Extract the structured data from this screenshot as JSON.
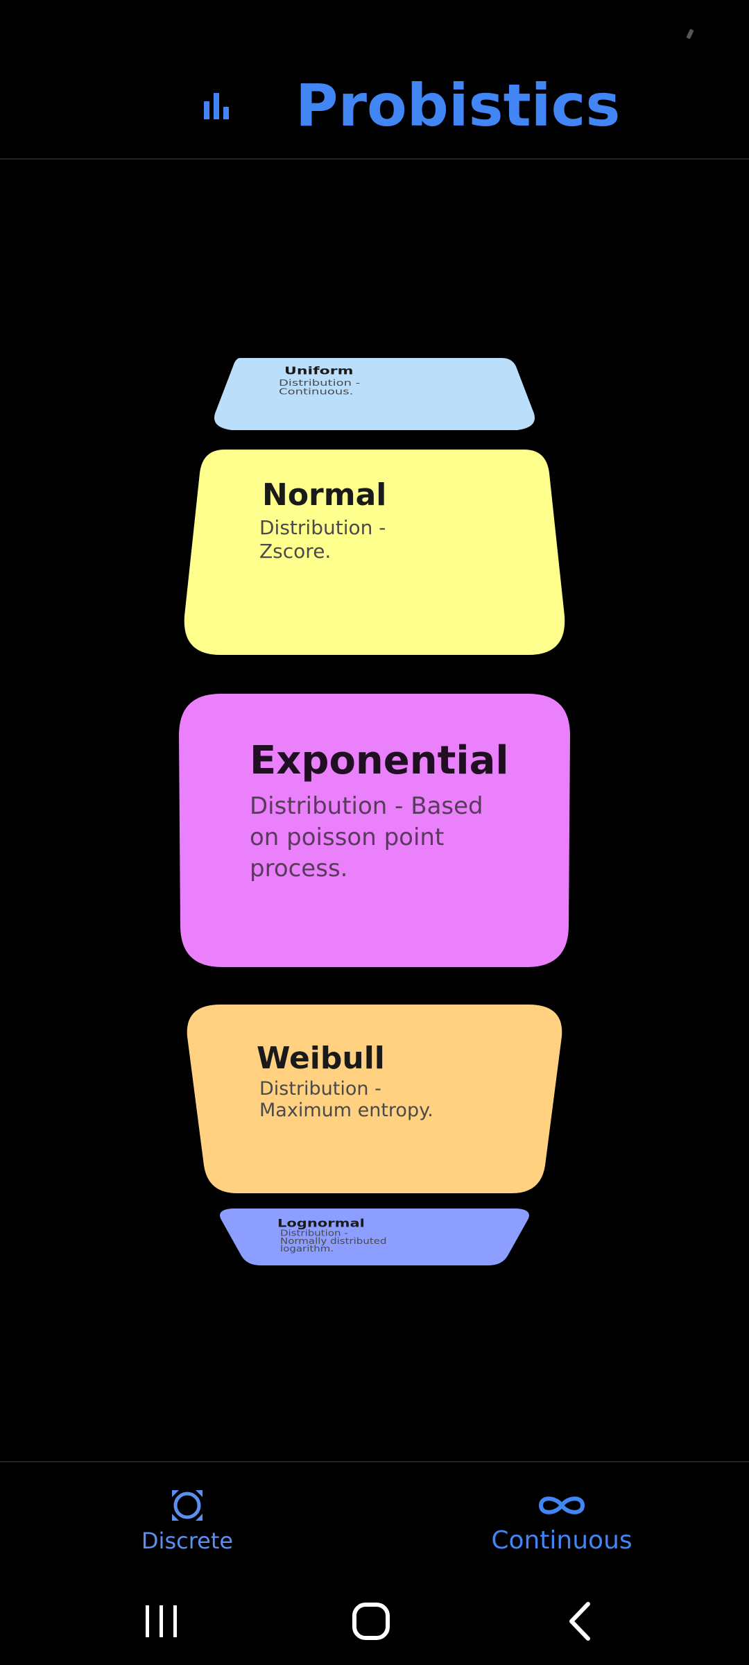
{
  "app": {
    "title": "Probistics",
    "accent_color": "#4285F4",
    "logo_icon": "bar-chart-icon"
  },
  "cards": [
    {
      "id": "uniform",
      "title": "Uniform",
      "desc": "Distribution -\nContinuous.",
      "color": "#BBDEFB"
    },
    {
      "id": "normal",
      "title": "Normal",
      "desc": "Distribution -\nZscore.",
      "color": "#FFFF8D"
    },
    {
      "id": "exponential",
      "title": "Exponential",
      "desc": "Distribution - Based\non poisson point\nprocess.",
      "color": "#EA80FC"
    },
    {
      "id": "weibull",
      "title": "Weibull",
      "desc": "Distribution -\nMaximum entropy.",
      "color": "#FFD180"
    },
    {
      "id": "lognormal",
      "title": "Lognormal",
      "desc": "Distribution -\nNormally distributed\nlogarithm.",
      "color": "#8C9EFF"
    }
  ],
  "bottom_nav": {
    "discrete": {
      "label": "Discrete",
      "icon": "discrete-icon"
    },
    "continuous": {
      "label": "Continuous",
      "icon": "infinity-icon"
    }
  },
  "system_nav": {
    "recents_icon": "recents-icon",
    "home_icon": "home-icon",
    "back_icon": "back-icon"
  }
}
